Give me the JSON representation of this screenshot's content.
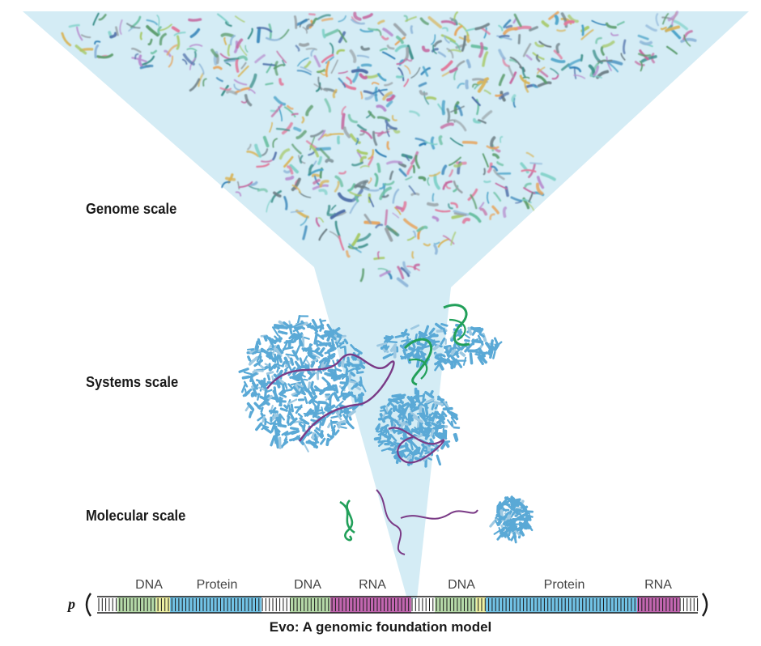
{
  "scales": {
    "genome": "Genome scale",
    "systems": "Systems scale",
    "molecular": "Molecular scale"
  },
  "sequence": {
    "symbol": "p",
    "segments": [
      {
        "label": "DNA",
        "type": "dna"
      },
      {
        "label": "Protein",
        "type": "protein"
      },
      {
        "label": "DNA",
        "type": "dna"
      },
      {
        "label": "RNA",
        "type": "rna"
      },
      {
        "label": "DNA",
        "type": "dna"
      },
      {
        "label": "Protein",
        "type": "protein"
      },
      {
        "label": "RNA",
        "type": "rna"
      }
    ]
  },
  "caption": "Evo: A genomic foundation model",
  "colors": {
    "funnel": "#cde9f3",
    "dna": "#b5d9a8",
    "protein": "#72c3e6",
    "rna": "#c266b0",
    "highlight": "#eef1a3",
    "dna_helix": "#22a05a",
    "rna_strand": "#7a3a86",
    "protein_blue": "#5aa9d6"
  }
}
